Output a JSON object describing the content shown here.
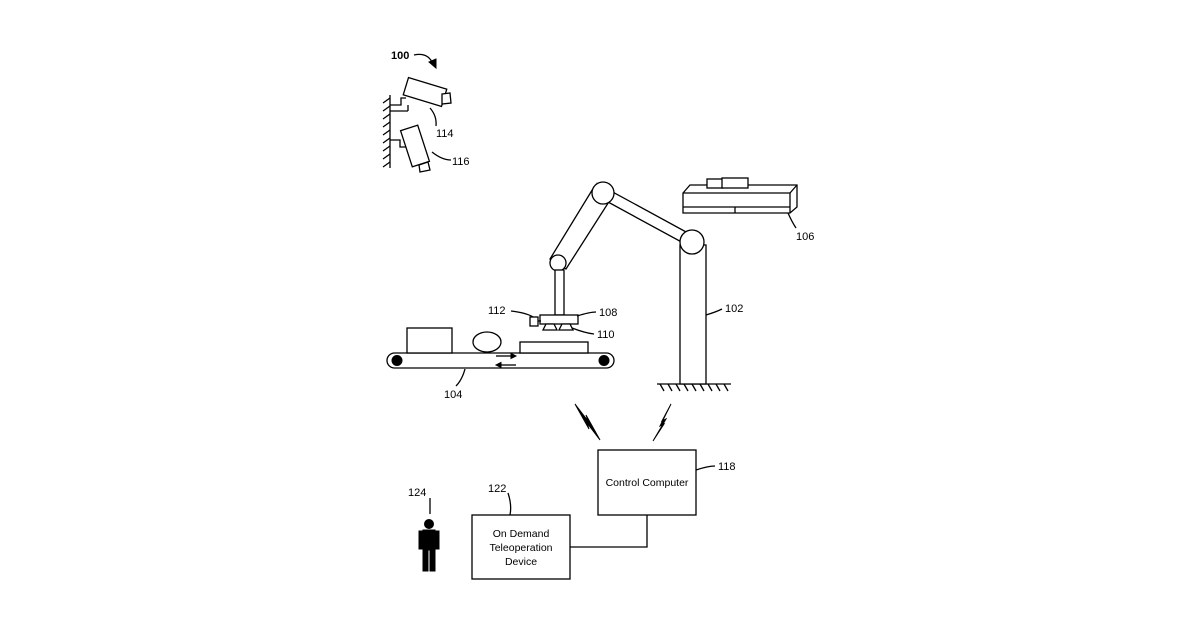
{
  "figure": {
    "labels": {
      "system": "100",
      "robot_arm": "102",
      "conveyor": "104",
      "shelf": "106",
      "end_effector": "108",
      "suction_cup": "110",
      "gripper_camera": "112",
      "camera_upper": "114",
      "camera_lower": "116",
      "control_computer": "118",
      "teleoperation_device": "122",
      "operator": "124"
    },
    "boxes": {
      "control_computer": "Control Computer",
      "teleoperation_line1": "On Demand",
      "teleoperation_line2": "Teleoperation",
      "teleoperation_line3": "Device"
    }
  }
}
